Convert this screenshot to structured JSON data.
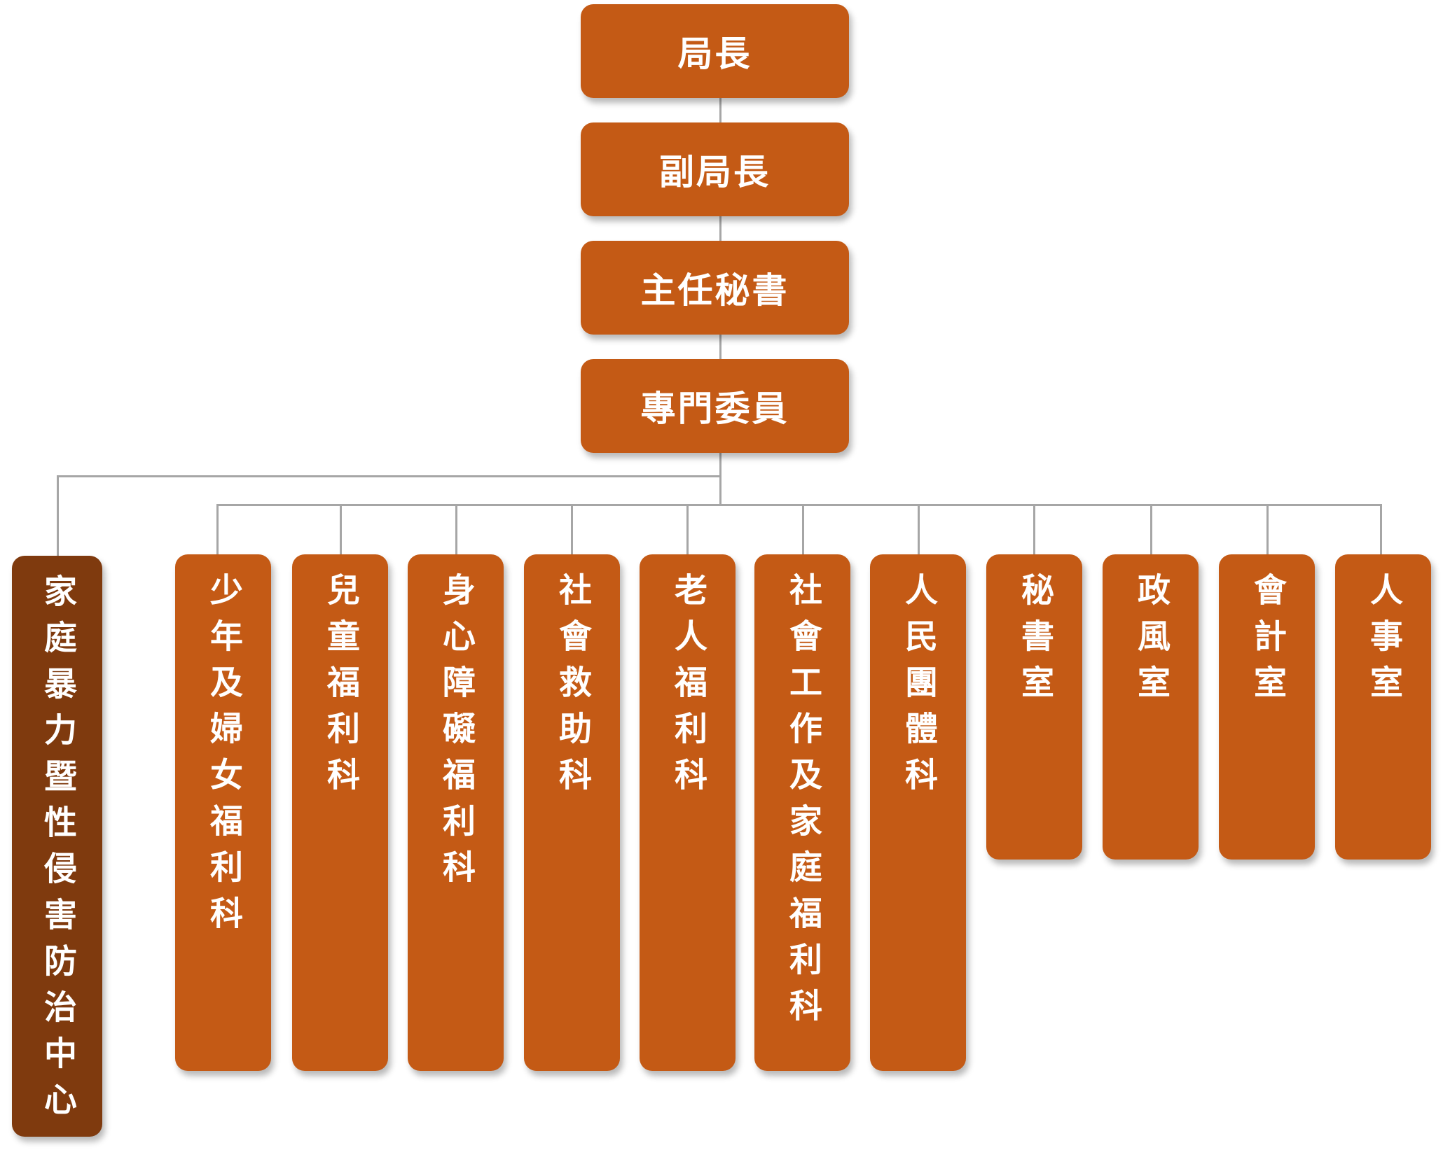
{
  "colors": {
    "unit_box": "#c45a15",
    "center_box": "#7f3a0e",
    "connector": "#a6a6a6",
    "text": "#ffffff"
  },
  "chain": [
    "局長",
    "副局長",
    "主任秘書",
    "專門委員"
  ],
  "center": "家庭暴力暨性侵害防治中心",
  "sections": [
    "少年及婦女福利科",
    "兒童福利科",
    "身心障礙福利科",
    "社會救助科",
    "老人福利科",
    "社會工作及家庭福利科",
    "人民團體科"
  ],
  "offices": [
    "秘書室",
    "政風室",
    "會計室",
    "人事室"
  ]
}
